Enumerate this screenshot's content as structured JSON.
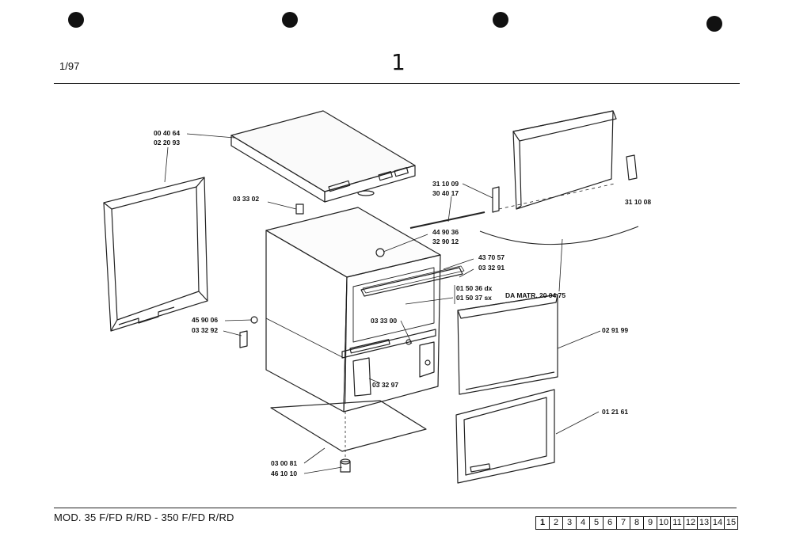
{
  "header": {
    "page_code": "1/97",
    "sheet_number": "1"
  },
  "parts": [
    {
      "id": "top-cover",
      "codes": [
        "00 40 64",
        "02 20 93"
      ]
    },
    {
      "id": "top-bracket",
      "codes": [
        "03 33 02"
      ]
    },
    {
      "id": "side-panel-bracket",
      "codes": [
        "31 10 09",
        "30 40 17"
      ]
    },
    {
      "id": "rear-clip",
      "codes": [
        "31 10 08"
      ]
    },
    {
      "id": "top-hinge",
      "codes": [
        "44 90 36",
        "32 90 12"
      ]
    },
    {
      "id": "door-rail",
      "codes": [
        "43 70 57",
        "03 32 91"
      ]
    },
    {
      "id": "lower-rail",
      "codes": [
        "01 50 36 dx",
        "01 50 37 sx"
      ]
    },
    {
      "id": "serial-note",
      "codes": [
        "DA MATR. 20 04 75"
      ]
    },
    {
      "id": "side-screw",
      "codes": [
        "45 90 06",
        "03 32 92"
      ]
    },
    {
      "id": "inner-rail",
      "codes": [
        "03 33 00"
      ]
    },
    {
      "id": "upper-door",
      "codes": [
        "02 91 99"
      ]
    },
    {
      "id": "base-rail",
      "codes": [
        "03 32 97"
      ]
    },
    {
      "id": "lower-door",
      "codes": [
        "01 21 61"
      ]
    },
    {
      "id": "foot",
      "codes": [
        "03 00 81",
        "46 10 10"
      ]
    }
  ],
  "footer": {
    "model": "MOD. 35 F/FD R/RD - 350 F/FD R/RD",
    "pages": [
      "1",
      "2",
      "3",
      "4",
      "5",
      "6",
      "7",
      "8",
      "9",
      "10",
      "11",
      "12",
      "13",
      "14",
      "15"
    ]
  }
}
